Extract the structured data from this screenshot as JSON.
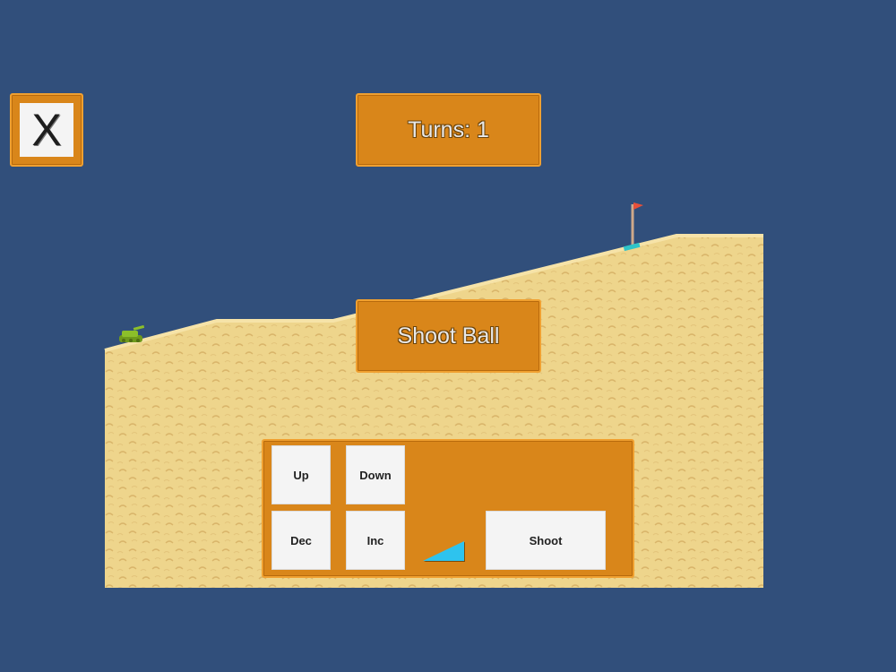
{
  "colors": {
    "background": "#314f7b",
    "sand": "#eed58c",
    "sand_edge": "#f6e3a8",
    "panel_orange": "#d9861a",
    "panel_border": "#f0a030",
    "button_white": "#f4f4f4",
    "power_indicator": "#2ec3ee",
    "tank": "#8cbf2a",
    "flag": "#e8503a",
    "hole": "#2fc4c8"
  },
  "close_button": {
    "label": "X"
  },
  "turns": {
    "label": "Turns: 1"
  },
  "shoot_ball": {
    "label": "Shoot Ball"
  },
  "controls": {
    "up_label": "Up",
    "down_label": "Down",
    "dec_label": "Dec",
    "inc_label": "Inc",
    "shoot_label": "Shoot",
    "power_level": 0.5
  },
  "icons": {
    "tank": "tank-icon",
    "flag": "golf-flag-icon",
    "hole": "hole-icon",
    "power": "power-wedge-icon"
  }
}
